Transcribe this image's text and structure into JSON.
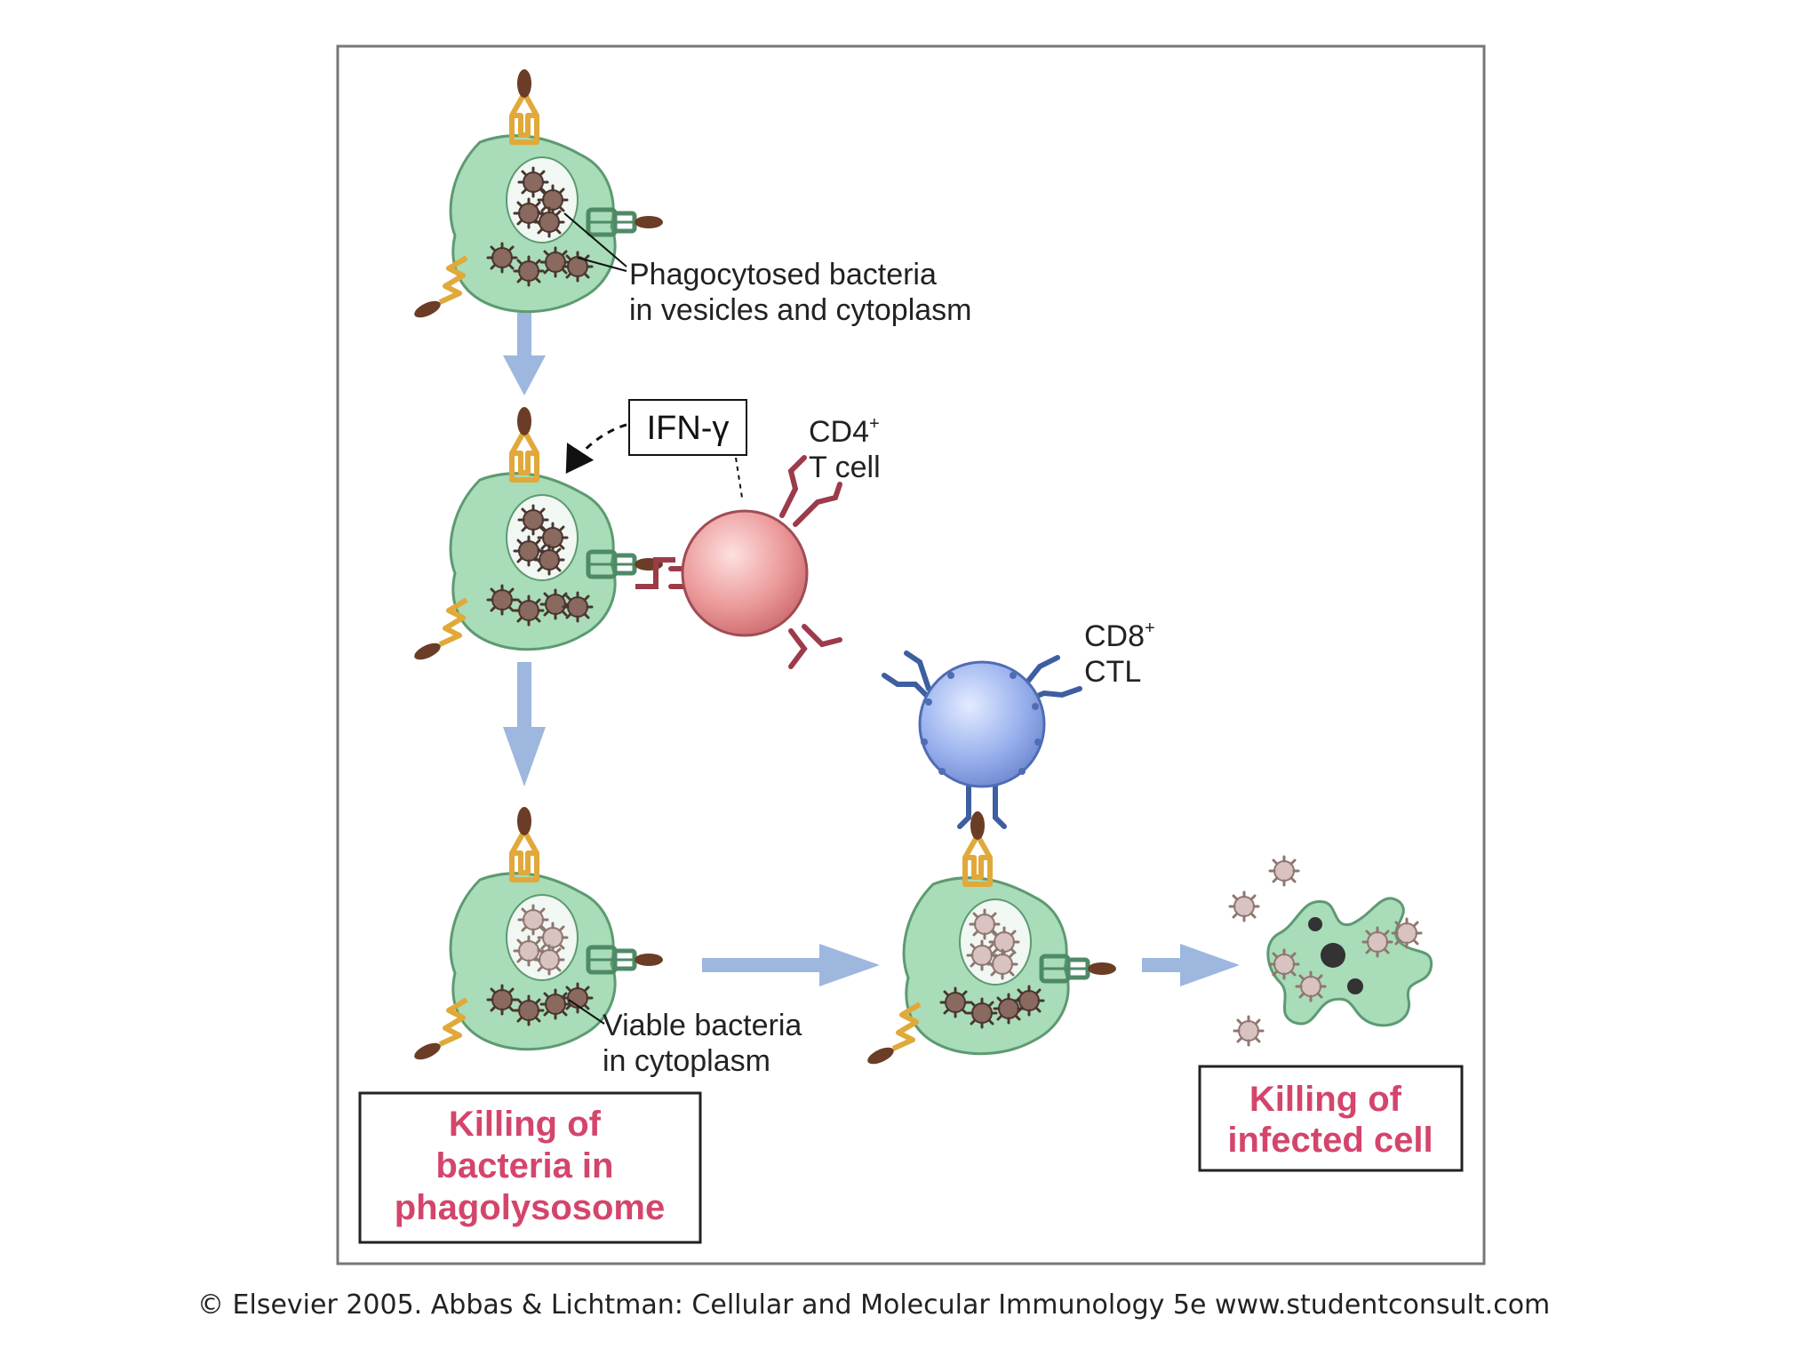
{
  "labels": {
    "phagocytosed_line1": "Phagocytosed bacteria",
    "phagocytosed_line2": "in vesicles and cytoplasm",
    "ifn": "IFN-γ",
    "cd4_top": "CD4",
    "cd4_sup": "+",
    "cd4_bottom": "T cell",
    "cd8_top": "CD8",
    "cd8_sup": "+",
    "cd8_bottom": "CTL",
    "viable_line1": "Viable bacteria",
    "viable_line2": "in cytoplasm"
  },
  "outcomes": {
    "phagolysosome": [
      "Killing of",
      "bacteria in",
      "phagolysosome"
    ],
    "infected_cell": [
      "Killing of",
      "infected cell"
    ]
  },
  "credit": "© Elsevier 2005. Abbas & Lichtman: Cellular and Molecular Immunology 5e www.studentconsult.com",
  "colors": {
    "arrow": "#9db7df",
    "outcome_text": "#d4456b",
    "macrophage": "#a9dcb8",
    "macrophage_edge": "#5d9a72",
    "cd4_cell": "#e98a8a",
    "cd8_cell": "#8aa5e8",
    "bacteria": "#8a6a5e",
    "receptor_gold": "#e0a93a",
    "receptor_green": "#4e8a66",
    "receptor_red": "#9c3b4a",
    "receptor_blue": "#3d5ea0"
  }
}
